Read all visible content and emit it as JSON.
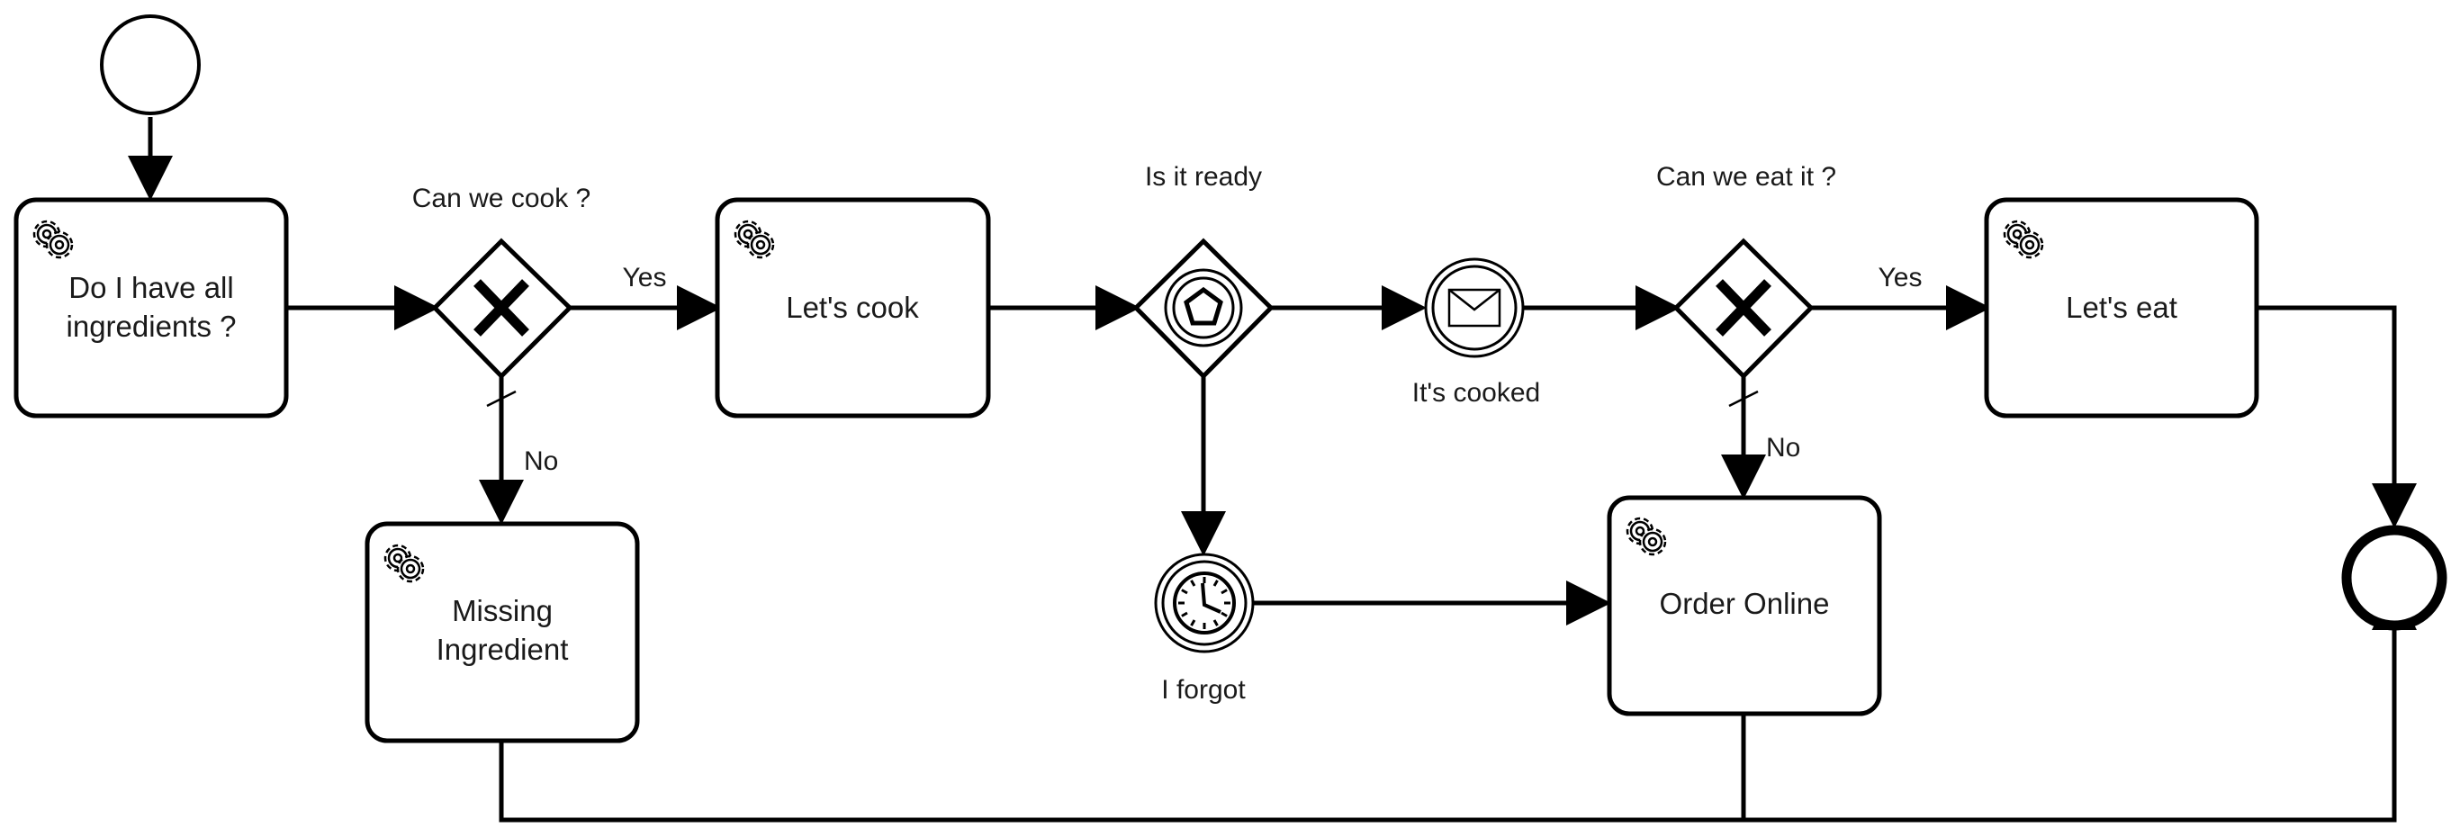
{
  "tasks": {
    "check_ingredients": [
      "Do I have all",
      "ingredients ?"
    ],
    "lets_cook": "Let's cook",
    "lets_eat": "Let's eat",
    "missing_ingredient": [
      "Missing",
      "Ingredient"
    ],
    "order_online": "Order Online"
  },
  "gateways": {
    "can_we_cook": "Can we cook ?",
    "is_it_ready": "Is it ready",
    "can_we_eat": "Can we eat it ?"
  },
  "events": {
    "its_cooked": "It's cooked",
    "i_forgot": "I forgot"
  },
  "flows": {
    "yes_cook": "Yes",
    "no_cook": "No",
    "yes_eat": "Yes",
    "no_eat": "No"
  },
  "icons": {
    "task": "gear-icon",
    "exclusive_gateway": "x-icon",
    "event_based_gateway": "pentagon-icon",
    "message_event": "envelope-icon",
    "timer_event": "clock-icon"
  },
  "colors": {
    "stroke": "#000000",
    "fill": "#ffffff",
    "text": "#1a1a1a"
  }
}
